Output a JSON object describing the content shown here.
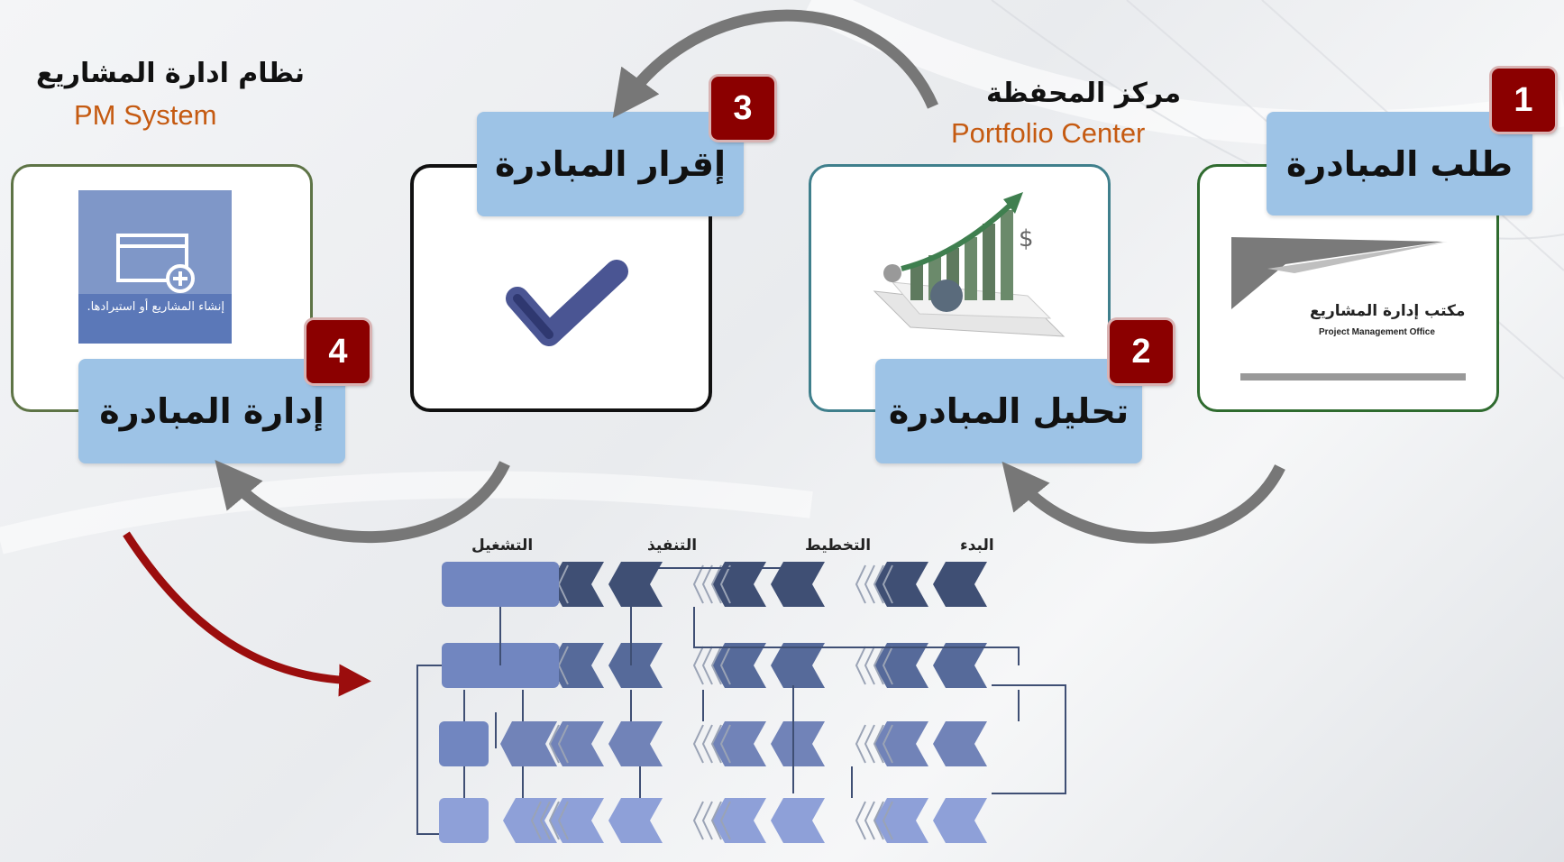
{
  "systems": {
    "pm_system": {
      "title_ar": "نظام ادارة المشاريع",
      "title_en": "PM System"
    },
    "portfolio_center": {
      "title_ar": "مركز المحفظة",
      "title_en": "Portfolio Center"
    }
  },
  "steps": [
    {
      "number": "1",
      "label": "طلب المبادرة"
    },
    {
      "number": "2",
      "label": "تحليل المبادرة"
    },
    {
      "number": "3",
      "label": "إقرار المبادرة"
    },
    {
      "number": "4",
      "label": "إدارة المبادرة"
    }
  ],
  "pm_tile": {
    "caption": "إنشاء المشاريع أو استيرادها.",
    "icon": "add-window-icon"
  },
  "pmo_document": {
    "title_ar": "مكتب إدارة المشاريع",
    "title_en": "Project Management Office"
  },
  "lifecycle": {
    "phases": [
      "البدء",
      "التخطيط",
      "التنفيذ",
      "التشغيل"
    ]
  },
  "colors": {
    "label_bg": "#9dc3e6",
    "badge_bg": "#8b0000",
    "english_subtitle": "#c55a11",
    "arrow_gray": "#777777",
    "arrow_red": "#9b0d0d"
  }
}
